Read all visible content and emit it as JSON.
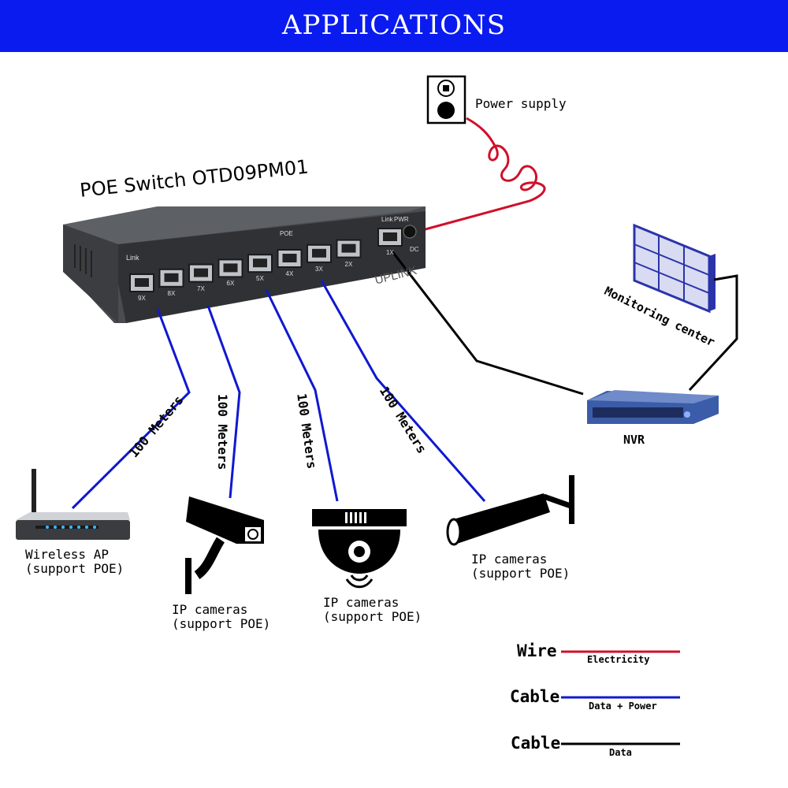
{
  "header": {
    "title": "APPLICATIONS",
    "background": "#0a1bf0"
  },
  "switch": {
    "title": "POE Switch OTD09PM01",
    "uplink_label": "UPLINK",
    "panel_labels": {
      "link": "Link",
      "poe": "POE",
      "link2": "Link",
      "pwr": "PWR",
      "dc": "DC"
    },
    "ports": [
      "9X",
      "8X",
      "7X",
      "6X",
      "5X",
      "4X",
      "3X",
      "2X",
      "1X"
    ]
  },
  "power_supply": {
    "label": "Power supply"
  },
  "monitoring": {
    "label": "Monitoring center"
  },
  "nvr": {
    "label": "NVR"
  },
  "distances": [
    "100 Meters",
    "100 Meters",
    "100 Meters",
    "100 Meters"
  ],
  "devices": {
    "wireless_ap": {
      "line1": "Wireless AP",
      "line2": "(support POE)"
    },
    "cam1": {
      "line1": "IP cameras",
      "line2": "(support POE)"
    },
    "cam2": {
      "line1": "IP cameras",
      "line2": "(support POE)"
    },
    "cam3": {
      "line1": "IP cameras",
      "line2": "(support POE)"
    }
  },
  "legend": [
    {
      "main": "Wire",
      "sub": "Electricity",
      "color": "#d0102a"
    },
    {
      "main": "Cable",
      "sub": "Data + Power",
      "color": "#1018d0"
    },
    {
      "main": "Cable",
      "sub": "Data",
      "color": "#000000"
    }
  ]
}
